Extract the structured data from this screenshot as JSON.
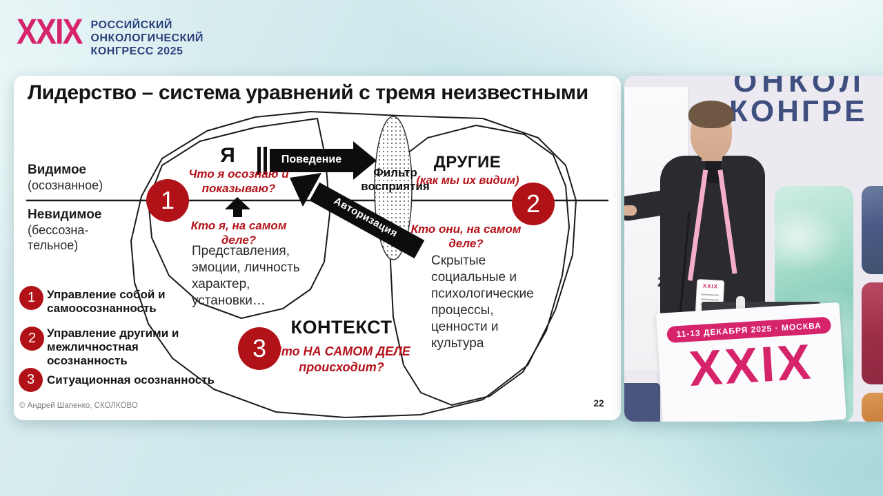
{
  "event": {
    "roman": "XXIX",
    "name_line1": "РОССИЙСКИЙ",
    "name_line2": "ОНКОЛОГИЧЕСКИЙ",
    "name_line3": "КОНГРЕСС 2025"
  },
  "slide": {
    "title": "Лидерство – система уравнений с тремя неизвестными",
    "axis": {
      "visible": "Видимое",
      "visible_sub": "(осознанное)",
      "invisible": "Невидимое",
      "invisible_sub1": "(бессозна-",
      "invisible_sub2": "тельное)"
    },
    "diagram": {
      "self": "Я",
      "behavior": "Поведение",
      "filter": "Фильтр восприятия",
      "others": "ДРУГИЕ",
      "others_sub": "(как мы их видим)",
      "authorization": "Авторизация",
      "q_self_visible": "Что я осознаю и показываю?",
      "q_self_hidden": "Кто я, на самом деле?",
      "self_hidden_desc": "Представления, эмоции, личность характер, установки…",
      "q_others_hidden": "Кто они, на самом деле?",
      "others_hidden_desc": "Скрытые социальные и психологические процессы, ценности и культура",
      "context": "КОНТЕКСТ",
      "q_context": "Что НА САМОМ ДЕЛЕ происходит?",
      "badge1": "1",
      "badge2": "2",
      "badge3": "3"
    },
    "legend": {
      "items": [
        {
          "num": "1",
          "text": "Управление собой и самоосознанность"
        },
        {
          "num": "2",
          "text": "Управление другими и межличностная осознанность"
        },
        {
          "num": "3",
          "text": "Ситуационная осознанность"
        }
      ]
    },
    "copyright": "© Андрей Шапенко, СКОЛКОВО",
    "page_number": "22"
  },
  "video": {
    "backdrop_line1": "ОНКОЛ",
    "backdrop_line2": "КОНГРЕ",
    "screen_page_number": "22",
    "speaker_badge": "XXIX",
    "podium": {
      "date_location": "11-13 ДЕКАБРЯ 2025 · МОСКВА",
      "roman": "XXIX"
    }
  },
  "colors": {
    "accent_pink": "#d6246b",
    "congress_navy": "#2b407c",
    "red_circle": "#b01218",
    "red_text": "#b5121b"
  }
}
